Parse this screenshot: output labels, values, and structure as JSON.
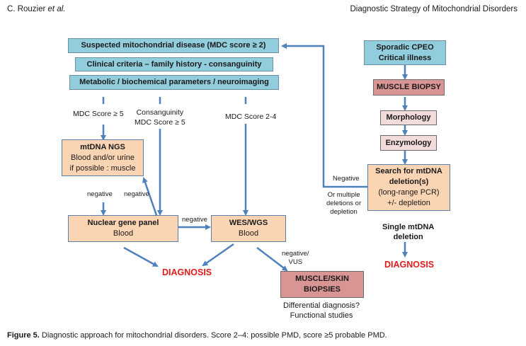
{
  "header": {
    "left_author": "C. Rouzier",
    "left_etal": "et al.",
    "right_title": "Diagnostic Strategy of Mitochondrial Disorders"
  },
  "boxes": {
    "suspected": "Suspected mitochondrial disease (MDC score ≥ 2)",
    "clinical": "Clinical criteria – family history - consanguinity",
    "metabolic": "Metabolic / biochemical parameters / neuroimaging",
    "sporadic_line1": "Sporadic CPEO",
    "sporadic_line2": "Critical illness",
    "muscle_biopsy": "MUSCLE BIOPSY",
    "morphology": "Morphology",
    "enzymology": "Enzymology",
    "search_line1": "Search for mtDNA",
    "search_line2": "deletion(s)",
    "search_line3": "(long-range PCR)",
    "search_line4": "+/- depletion",
    "mtdna_title": "mtDNA NGS",
    "mtdna_line2": "Blood and/or urine",
    "mtdna_line3": "if possible : muscle",
    "panel_title": "Nuclear gene panel",
    "panel_sub": "Blood",
    "wes_title": "WES/WGS",
    "wes_sub": "Blood",
    "muscle_skin_line1": "MUSCLE/SKIN",
    "muscle_skin_line2": "BIOPSIES"
  },
  "labels": {
    "mdc5": "MDC Score ≥ 5",
    "consang_line1": "Consanguinity",
    "consang_line2": "MDC Score ≥ 5",
    "mdc24": "MDC Score 2-4",
    "negative_left": "negative",
    "negative_right": "negative",
    "negative_mid": "negative",
    "neg_vus_line1": "negative/",
    "neg_vus_line2": "VUS",
    "negative_side": "Negative",
    "multiple_line1": "Or multiple",
    "multiple_line2": "deletions or",
    "multiple_line3": "depletion",
    "single_line1": "Single mtDNA",
    "single_line2": "deletion",
    "diagnosis_left": "DIAGNOSIS",
    "diagnosis_right": "DIAGNOSIS",
    "differential_line1": "Differential diagnosis?",
    "differential_line2": "Functional studies"
  },
  "caption": {
    "figure_label": "Figure 5.",
    "text": "Diagnostic approach for mitochondrial disorders. Score 2–4: possible PMD, score ≥5 probable PMD."
  },
  "colors": {
    "arrow": "#4f81bd",
    "blue_box": "#92cddd",
    "orange_box": "#fbd4b4",
    "red_box": "#d99594",
    "pink_box": "#f2dcdb",
    "diagnosis_text": "#e31b1b"
  }
}
